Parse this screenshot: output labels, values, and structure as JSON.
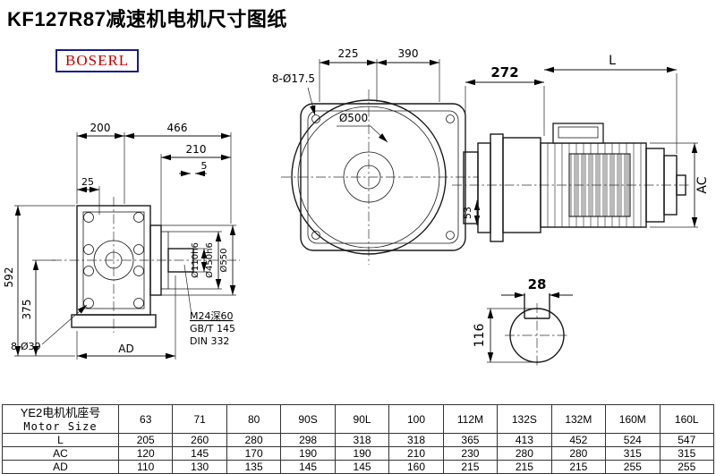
{
  "title": "KF127R87减速机电机尺寸图纸",
  "logo": "BOSERL",
  "front_view": {
    "dim_200": "200",
    "dim_466": "466",
    "dim_210": "210",
    "dim_5": "5",
    "dim_25": "25",
    "dim_592": "592",
    "dim_375": "375",
    "holes": "8-Ø39",
    "dim_ad": "AD",
    "thread": "M24深60",
    "standard1": "GB/T 145",
    "standard2": "DIN 332",
    "dia_shaft": "Ø110h6",
    "dia_spigot": "Ø450h6",
    "dia_flange": "Ø550"
  },
  "top_view": {
    "holes": "8-Ø17.5",
    "dim_225": "225",
    "dim_390": "390",
    "dia_500": "Ø500",
    "dim_53": "53",
    "dim_272": "272",
    "dim_L": "L",
    "dim_AC": "AC"
  },
  "shaft_view": {
    "dim_28": "28",
    "dim_116": "116"
  },
  "table": {
    "header_cn": "YE2电机机座号",
    "header_en": "Motor Size",
    "sizes": [
      "63",
      "71",
      "80",
      "90S",
      "90L",
      "100",
      "112M",
      "132S",
      "132M",
      "160M",
      "160L"
    ],
    "rows": [
      {
        "label": "L",
        "values": [
          "205",
          "260",
          "280",
          "298",
          "318",
          "318",
          "365",
          "413",
          "452",
          "524",
          "547"
        ]
      },
      {
        "label": "AC",
        "values": [
          "120",
          "145",
          "170",
          "190",
          "190",
          "210",
          "230",
          "280",
          "280",
          "315",
          "315"
        ]
      },
      {
        "label": "AD",
        "values": [
          "110",
          "130",
          "135",
          "145",
          "145",
          "160",
          "215",
          "215",
          "215",
          "255",
          "255"
        ]
      }
    ]
  }
}
